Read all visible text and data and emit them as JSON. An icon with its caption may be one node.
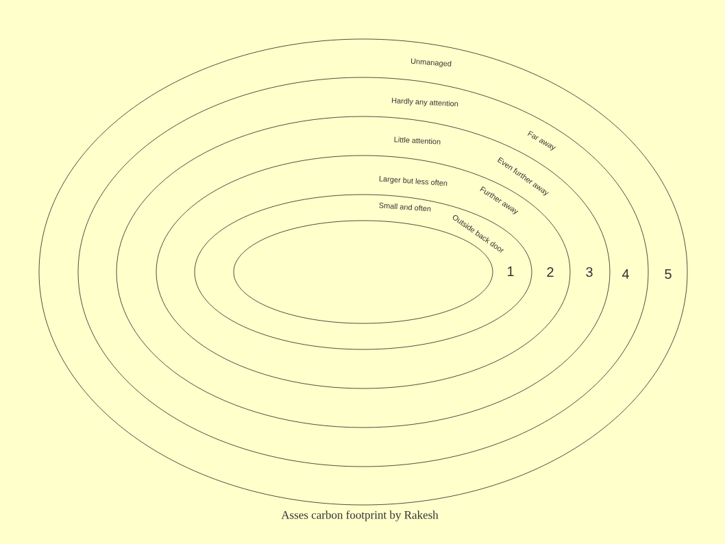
{
  "diagram": {
    "caption": "Asses carbon footprint by Rakesh",
    "nodes": [
      {
        "text": [
          "Unmanaged",
          "5"
        ]
      },
      {
        "text": [
          "Hardly any attention",
          "Far away",
          "4"
        ],
        "in": 0
      },
      {
        "text": [
          "Little attention",
          "Even further away",
          "3"
        ],
        "in": 1
      },
      {
        "text": [
          "Larger but less often",
          "Further away",
          "2"
        ],
        "in": 2
      },
      {
        "text": [
          "Small and often",
          "Outside back door",
          "1"
        ],
        "in": 3
      },
      {
        "text": [],
        "shape": "ellipse",
        "in": 4
      }
    ]
  }
}
